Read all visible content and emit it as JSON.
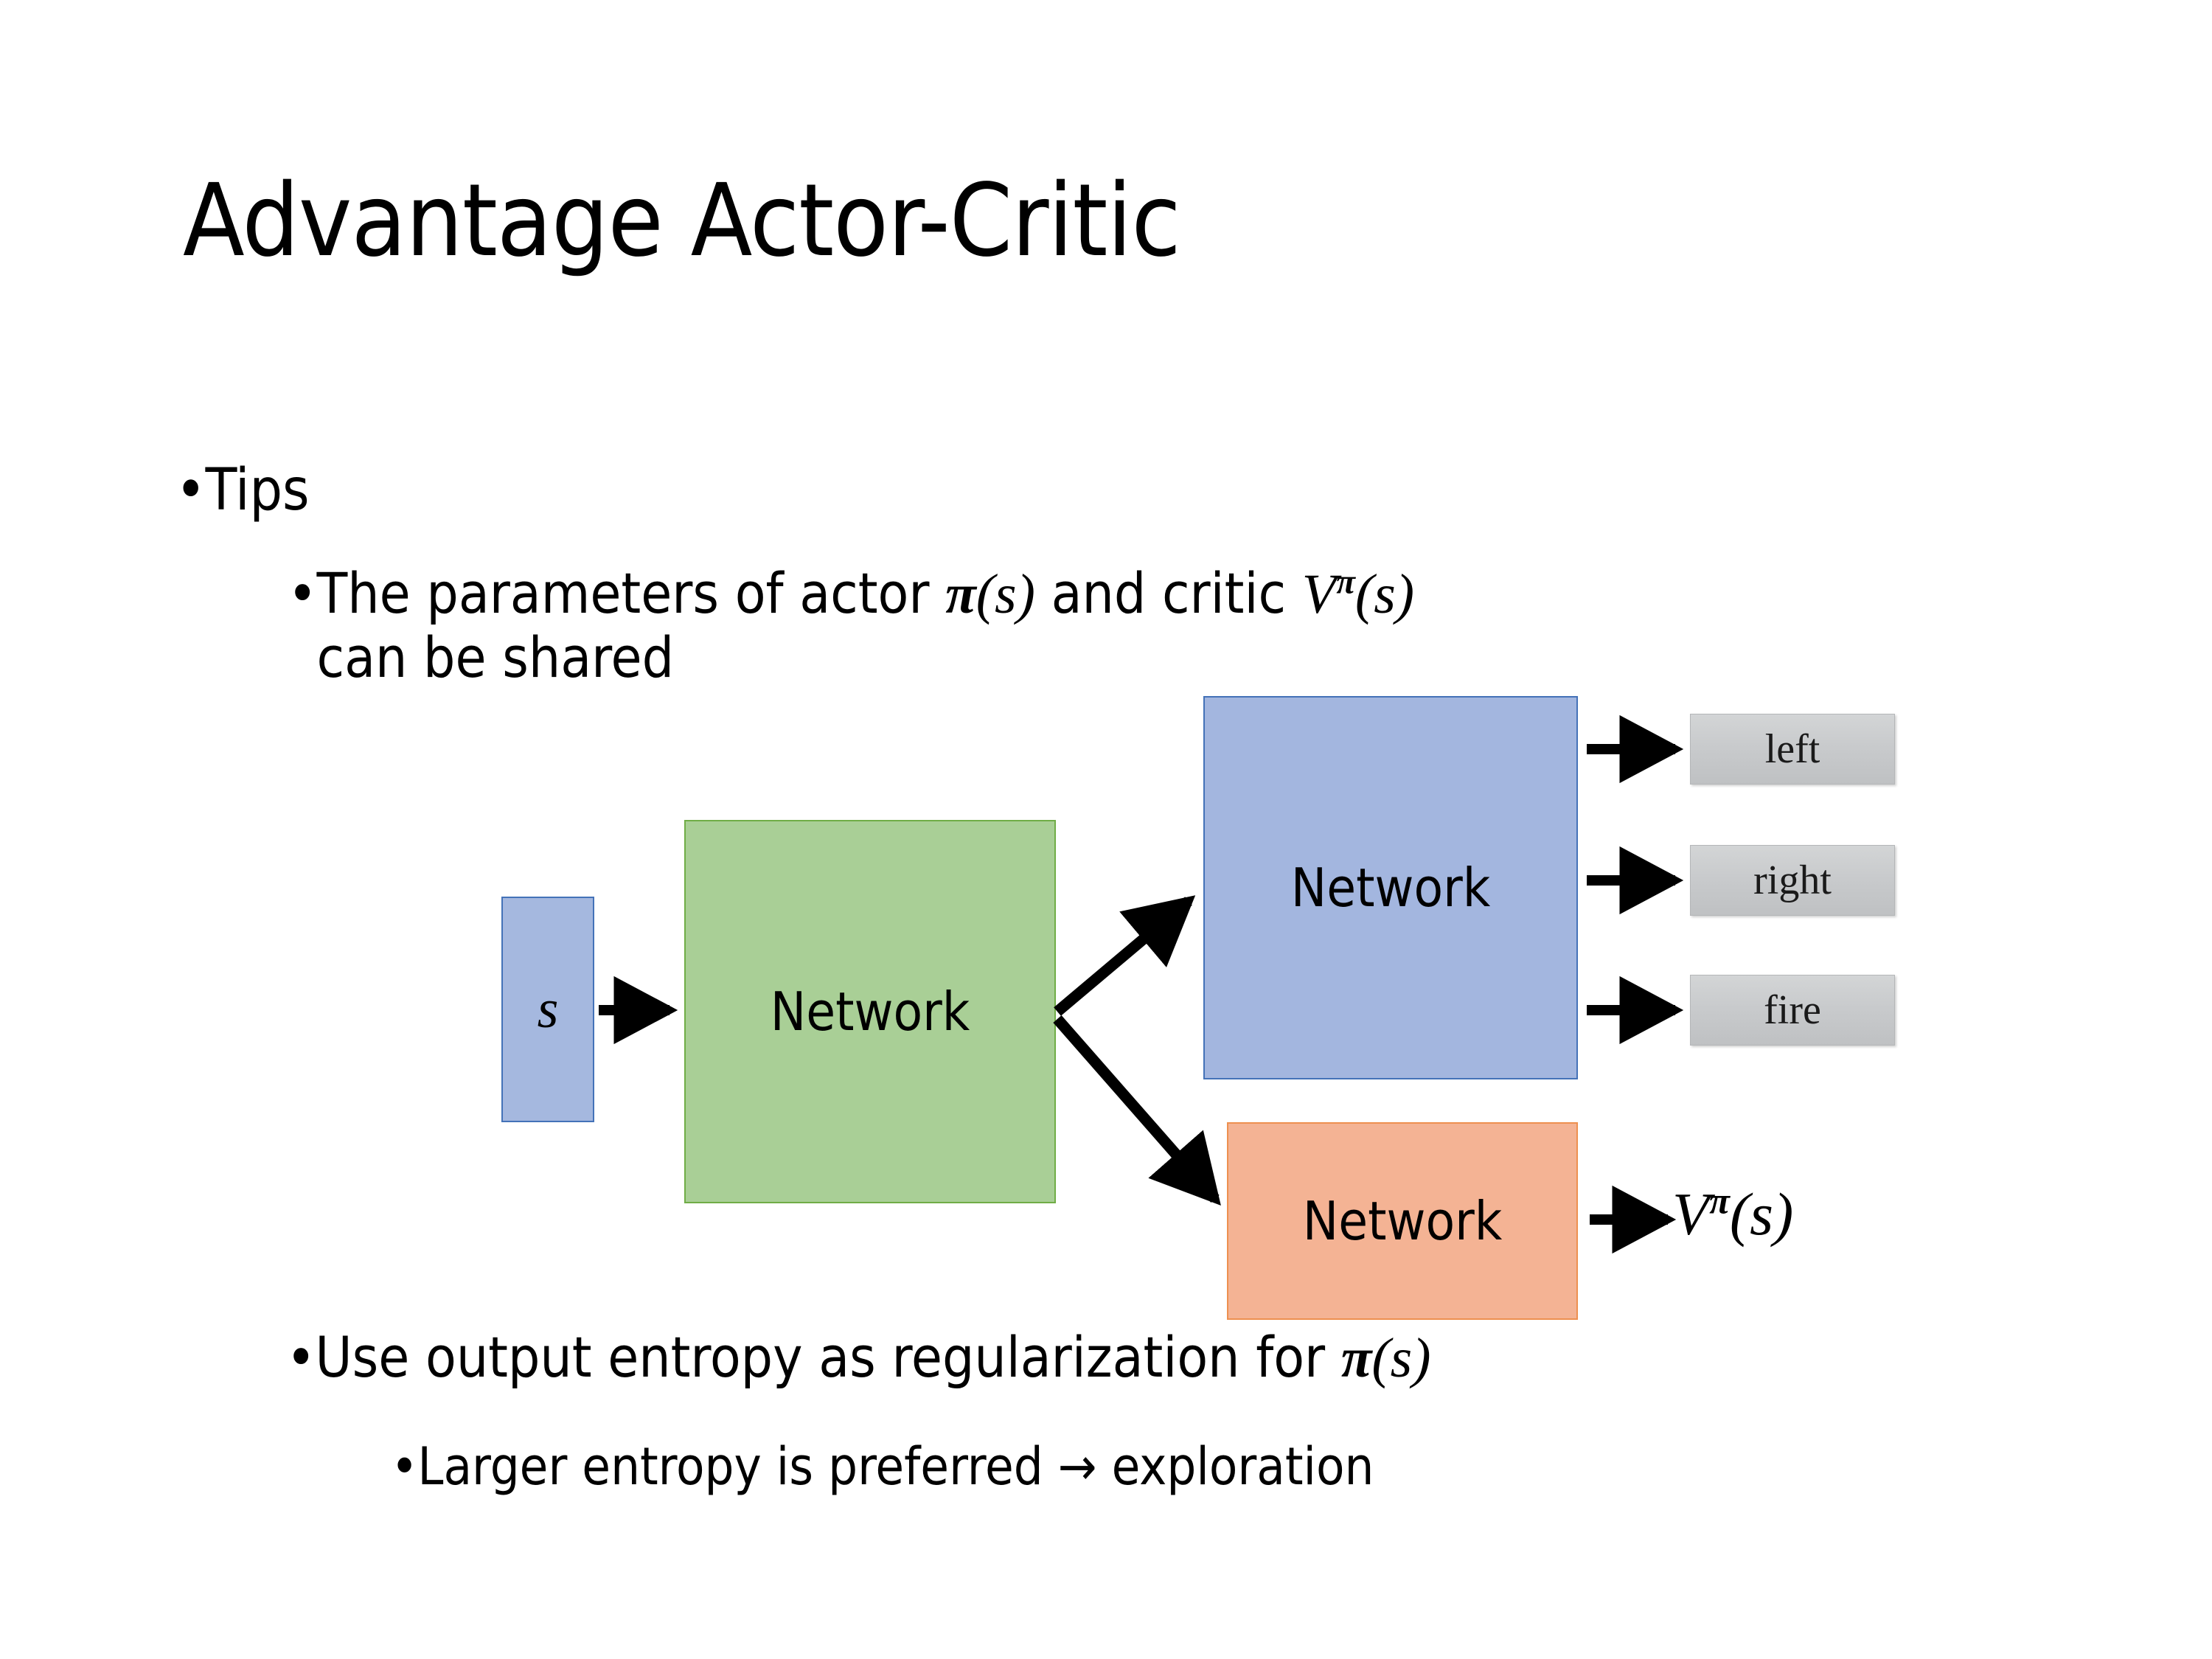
{
  "slide": {
    "title": "Advantage Actor-Critic",
    "background_color": "#FFFFFF"
  },
  "bullets": {
    "tips": "Tips",
    "shared_line1_a": "The parameters of actor ",
    "shared_line1_pi": "π",
    "shared_line1_b": "(s)",
    "shared_line1_c": "  and critic ",
    "shared_line1_v": "V",
    "shared_line1_vsup": "π",
    "shared_line1_d": "(s)",
    "shared_line2": "can be shared",
    "entropy_a": "Use output entropy as regularization for ",
    "entropy_pi": "π",
    "entropy_b": "(s)",
    "exploration": "Larger entropy is preferred → exploration"
  },
  "diagram": {
    "input_label": "s",
    "shared_network_label": "Network",
    "actor_network_label": "Network",
    "critic_network_label": "Network",
    "actions": [
      {
        "label": "left"
      },
      {
        "label": "right"
      },
      {
        "label": "fire"
      }
    ],
    "critic_output_v": "V",
    "critic_output_sup": "π",
    "critic_output_arg": "(s)",
    "colors": {
      "input_fill": "#A5B8DF",
      "input_border": "#4472B8",
      "shared_fill": "#A9CF96",
      "shared_border": "#70AD47",
      "actor_fill": "#A3B6DF",
      "actor_border": "#4472B8",
      "critic_fill": "#F4B394",
      "critic_border": "#ED9050",
      "action_fill": "#C8CACC",
      "action_border": "#B4B6B8",
      "arrow": "#000000"
    }
  }
}
